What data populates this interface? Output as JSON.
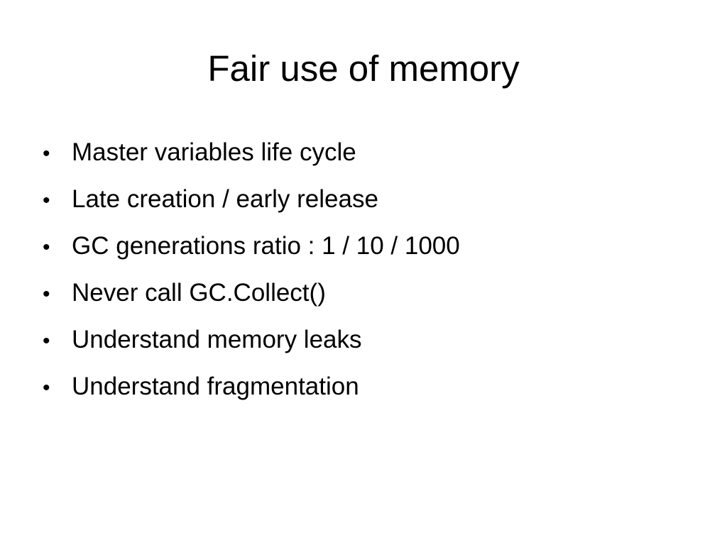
{
  "slide": {
    "title": "Fair use of memory",
    "bullet_glyph": "•",
    "bullets": [
      "Master variables life cycle",
      "Late creation / early release",
      "GC generations ratio : 1 / 10 / 1000",
      "Never call GC.Collect()",
      "Understand memory leaks",
      "Understand fragmentation"
    ]
  }
}
